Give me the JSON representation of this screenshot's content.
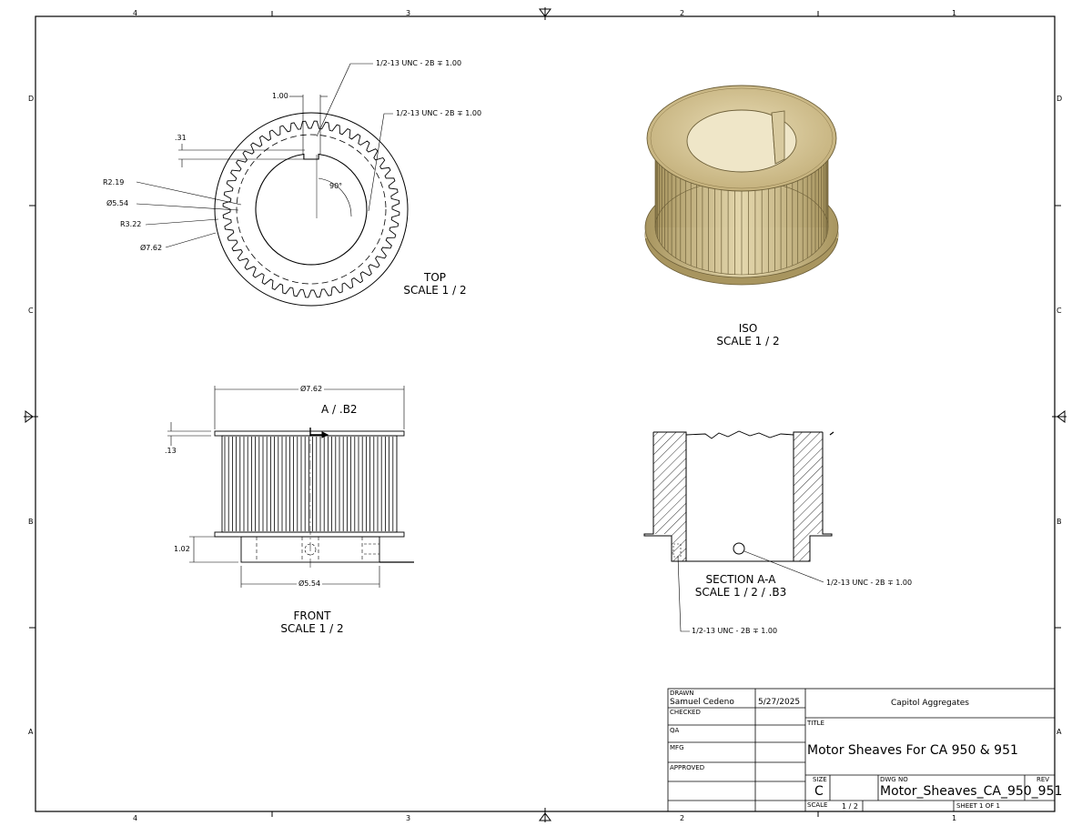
{
  "zones": {
    "top": [
      "4",
      "3",
      "2",
      "1"
    ],
    "bottom": [
      "4",
      "3",
      "2",
      "1"
    ],
    "left": [
      "D",
      "C",
      "B",
      "A"
    ],
    "right": [
      "D",
      "C",
      "B",
      "A"
    ]
  },
  "top_view": {
    "title": "TOP",
    "scale": "SCALE 1 / 2",
    "dims": {
      "width_1": "1.00",
      "depth_31": ".31",
      "radius_219": "R2.19",
      "dia_554": "Ø5.54",
      "radius_322": "R3.22",
      "dia_762": "Ø7.62",
      "angle": "90°",
      "callout_1": "1/2-13 UNC - 2B ∓ 1.00",
      "callout_2": "1/2-13 UNC - 2B ∓ 1.00"
    }
  },
  "iso_view": {
    "title": "ISO",
    "scale": "SCALE 1 / 2"
  },
  "front_view": {
    "title": "FRONT",
    "scale": "SCALE 1 / 2",
    "dims": {
      "dia_762": "Ø7.62",
      "section_ref": "A / .B2",
      "thick_13": ".13",
      "height_102": "1.02",
      "dia_554": "Ø5.54"
    }
  },
  "section_view": {
    "title": "SECTION A-A",
    "scale": "SCALE 1 / 2 / .B3",
    "callout_1": "1/2-13 UNC - 2B ∓ 1.00",
    "callout_2": "1/2-13 UNC - 2B ∓ 1.00"
  },
  "title_block": {
    "drawn_label": "DRAWN",
    "drawn_by": "Samuel Cedeno",
    "drawn_date": "5/27/2025",
    "checked_label": "CHECKED",
    "qa_label": "QA",
    "mfg_label": "MFG",
    "approved_label": "APPROVED",
    "company": "Capitol Aggregates",
    "title_label": "TITLE",
    "title": "Motor Sheaves For CA 950 & 951",
    "size_label": "SIZE",
    "size": "C",
    "dwg_no_label": "DWG NO",
    "dwg_no": "Motor_Sheaves_CA_950_951",
    "rev_label": "REV",
    "scale_label": "SCALE",
    "scale": "1 / 2",
    "sheet": "SHEET 1  OF 1"
  },
  "colors": {
    "line": "#000000",
    "iso_gold": "#cbb98a",
    "iso_dark": "#8a7748"
  }
}
